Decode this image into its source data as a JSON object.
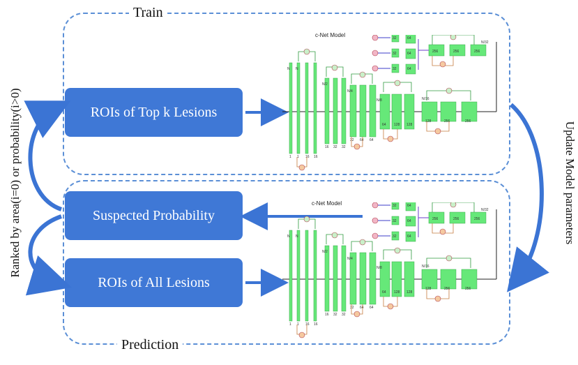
{
  "panels": {
    "train_title": "Train",
    "prediction_title": "Prediction"
  },
  "boxes": {
    "top_k": "ROIs of Top k Lesions",
    "suspected": "Suspected Probability",
    "all_lesions": "ROIs of All Lesions"
  },
  "side_labels": {
    "left": "Ranked by area(i=0) or probability(i>0)",
    "right": "Update Model parameters"
  },
  "model": {
    "title": "c-Net Model",
    "enc_channels": [
      "1",
      "1",
      "16",
      "16"
    ],
    "stage2_channels": [
      "16",
      "32",
      "32"
    ],
    "stage3_channels": [
      "32",
      "64",
      "64"
    ],
    "stage4_channels": [
      "64",
      "128",
      "128"
    ],
    "stage5_channels": [
      "128",
      "256",
      "256"
    ],
    "top_channels": [
      "256",
      "256",
      "256"
    ],
    "branch_channels": [
      "32",
      "64"
    ],
    "scale_labels": [
      "N",
      "N",
      "N/2",
      "N/4",
      "N/8",
      "N/16",
      "N/32"
    ]
  },
  "colors": {
    "box_fill": "#3f78d6",
    "panel_border": "#5b8fd6",
    "layer_fill": "#66e879",
    "arrow_blue": "#3b74d4"
  }
}
